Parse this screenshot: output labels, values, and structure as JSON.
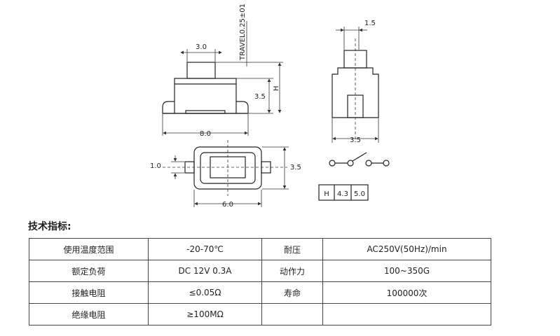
{
  "drawing": {
    "side_view": {
      "top_width": "3.0",
      "travel": "TRAVEL0.25±01",
      "body_height": "3.5",
      "total_height": "H",
      "base_width": "8.0"
    },
    "end_view": {
      "actuator_width": "1.5",
      "body_width": "3.5"
    },
    "top_view": {
      "terminal_width": "1.0",
      "height": "3.5",
      "width": "6.0"
    },
    "height_table": {
      "label": "H",
      "values": [
        "4.3",
        "5.0"
      ]
    },
    "switch_symbol": "normally-open-switch-icon"
  },
  "section_title": "技术指标:",
  "specs": {
    "rows": [
      [
        "使用温度范围",
        "-20-70℃",
        "耐压",
        "AC250V(50Hz)/min"
      ],
      [
        "额定负荷",
        "DC 12V 0.3A",
        "动作力",
        "100~350G"
      ],
      [
        "接触电阻",
        "≤0.05Ω",
        "寿命",
        "100000次"
      ],
      [
        "绝缘电阻",
        "≥100MΩ",
        "",
        ""
      ]
    ]
  }
}
